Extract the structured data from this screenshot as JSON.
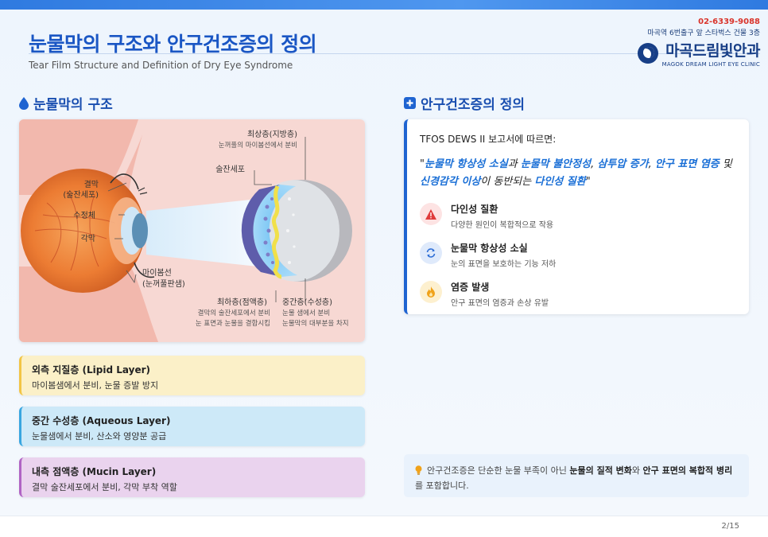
{
  "header": {
    "title": "눈물막의 구조와 안구건조증의 정의",
    "subtitle": "Tear Film Structure and Definition of Dry Eye Syndrome"
  },
  "clinic": {
    "phone": "02-6339-9088",
    "address": "마곡역 6번출구 앞 스타벅스 건물 3층",
    "name": "마곡드림빛안과",
    "name_en": "MAGOK DREAM LIGHT EYE CLINIC"
  },
  "left_section": {
    "title": "눈물막의 구조",
    "icon": "water-drop-icon"
  },
  "diagram": {
    "labels": {
      "conjunctiva": "결막",
      "conjunctiva_sub": "(술잔세포)",
      "lens": "수정체",
      "cornea": "각막",
      "meibomian": "마이봄선",
      "meibomian_sub": "(눈꺼풀판샘)",
      "outer": "최상층(지방층)",
      "outer_desc": "눈꺼풀의 마이봄선에서 분비",
      "goblet": "술잔세포",
      "inner": "최하층(점액층)",
      "inner_desc1": "결막의 술잔세포에서 분비",
      "inner_desc2": "눈 표면과 눈물을 결합시킴",
      "middle": "중간층(수성층)",
      "middle_desc1": "눈물 샘에서 분비",
      "middle_desc2": "눈물막의 대부분을 차지"
    }
  },
  "layers": [
    {
      "title": "외측 지질층 (Lipid Layer)",
      "desc": "마이봄샘에서 분비, 눈물 증발 방지",
      "color": "#f2c545"
    },
    {
      "title": "중간 수성층 (Aqueous Layer)",
      "desc": "눈물샘에서 분비, 산소와 영양분 공급",
      "color": "#38a6e0"
    },
    {
      "title": "내측 점액층 (Mucin Layer)",
      "desc": "결막 술잔세포에서 분비, 각막 부착 역할",
      "color": "#b063c4"
    }
  ],
  "right_section": {
    "title": "안구건조증의 정의",
    "icon": "medical-plus-icon"
  },
  "definition": {
    "intro": "TFOS DEWS II 보고서에 따르면:",
    "quote": {
      "q_open": "\"",
      "p1": "눈물막 항상성 소실",
      "t1": "과 ",
      "p2": "눈물막 불안정성",
      "t2": ", ",
      "p3": "삼투압 증가",
      "t3": ", ",
      "p4": "안구 표면 염증",
      "t4": " 및 ",
      "p5": "신경감각 이상",
      "t5": "이 동반되는 ",
      "p6": "다인성 질환",
      "q_close": "\""
    },
    "items": [
      {
        "title": "다인성 질환",
        "desc": "다양한 원인이 복합적으로 작용",
        "icon": "warning-icon",
        "color": "#e03b3b",
        "bg": "#fde3e3"
      },
      {
        "title": "눈물막 항상성 소실",
        "desc": "눈의 표면을 보호하는 기능 저하",
        "icon": "refresh-icon",
        "color": "#2f6fd6",
        "bg": "#dfeafb"
      },
      {
        "title": "염증 발생",
        "desc": "안구 표면의 염증과 손상 유발",
        "icon": "flame-icon",
        "color": "#f0a21a",
        "bg": "#fdf0cf"
      }
    ]
  },
  "note": {
    "icon": "lightbulb-icon",
    "t1": "안구건조증은 단순한 눈물 부족이 아닌 ",
    "b1": "눈물의 질적 변화",
    "t2": "와 ",
    "b2": "안구 표면의 복합적 병리",
    "t3": "를 포함합니다."
  },
  "footer": {
    "page": "2/15"
  }
}
